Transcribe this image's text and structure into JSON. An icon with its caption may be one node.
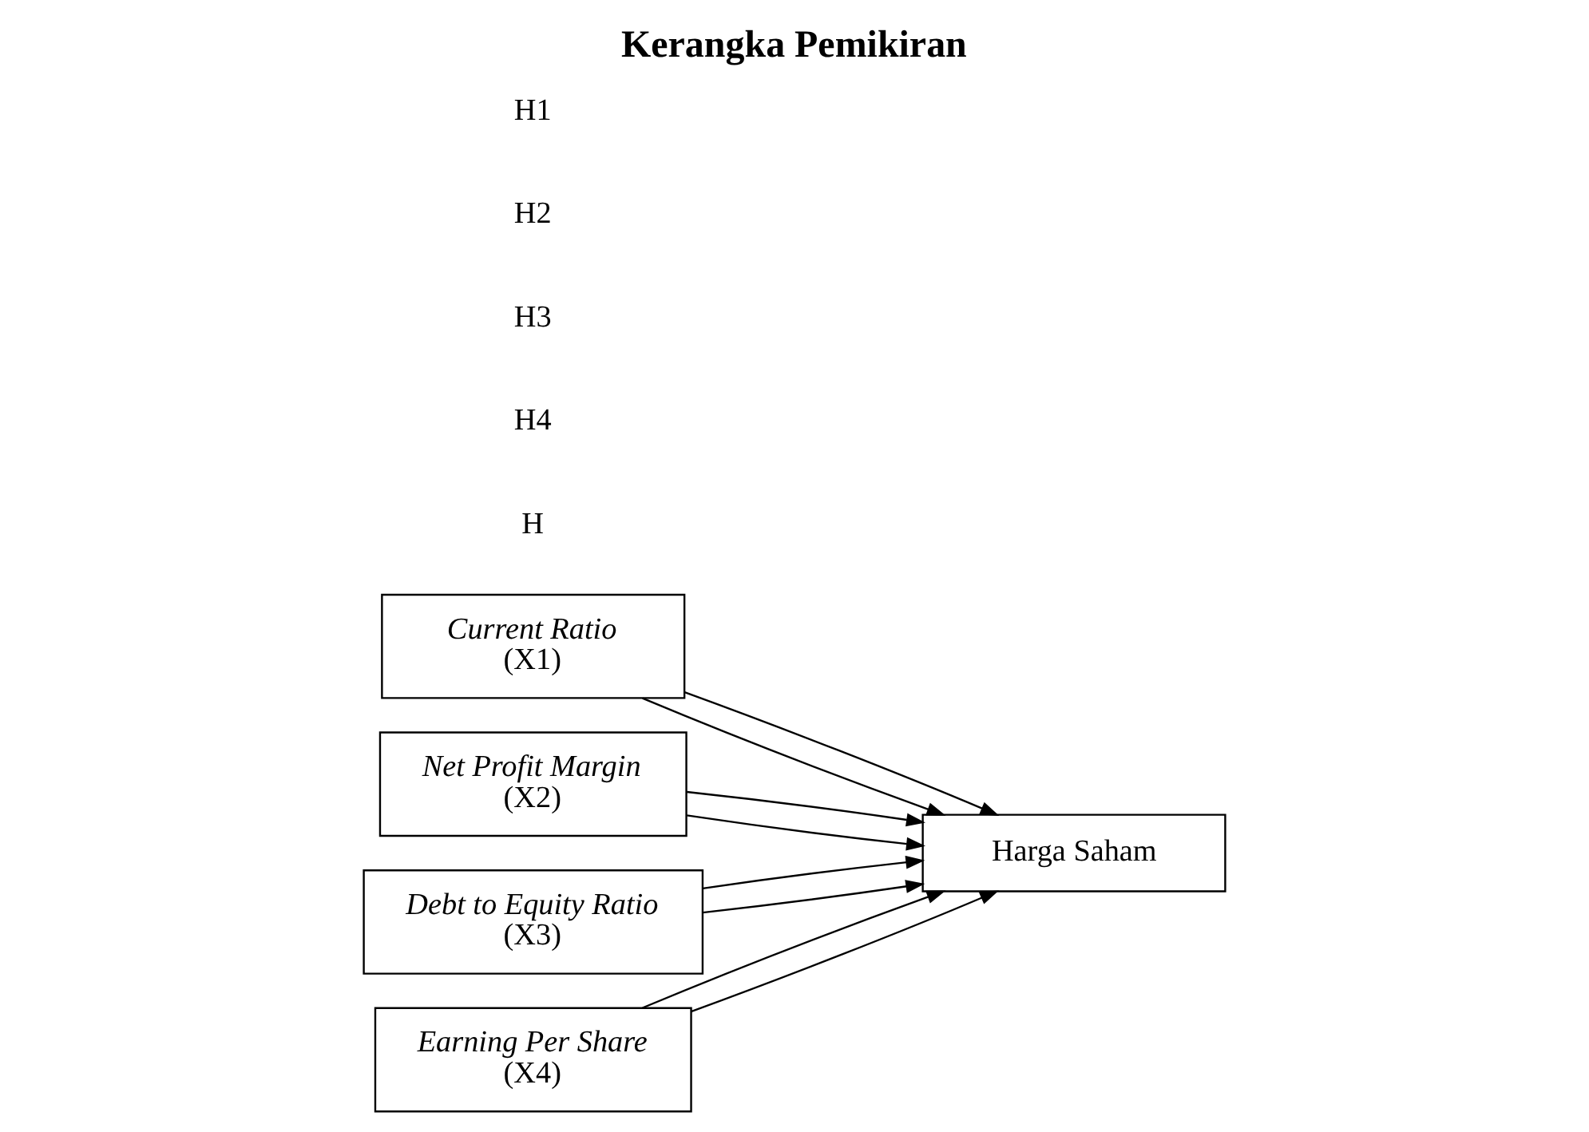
{
  "diagram": {
    "title": "Kerangka Pemikiran",
    "nodes": [
      {
        "text": [
          "Current Ratio",
          "(X1)"
        ]
      },
      {
        "text": [
          "Net Profit Margin",
          "(X2)"
        ]
      },
      {
        "text": [
          "Debt to Equity Ratio",
          "(X3)"
        ]
      },
      {
        "text": [
          "Earning Per Share",
          "(X4)"
        ]
      },
      {
        "text": [
          "Harga Saham"
        ]
      }
    ],
    "edges": [
      {
        "from": 0,
        "to": 4,
        "arrow": "to"
      },
      {
        "from": 1,
        "to": 4,
        "arrow": "to"
      },
      {
        "from": 2,
        "to": 4,
        "arrow": "to"
      },
      {
        "from": 3,
        "to": 4,
        "arrow": "to"
      },
      {
        "from": 0,
        "to": 4,
        "arrow": "to"
      },
      {
        "from": 1,
        "to": 4,
        "arrow": "to"
      },
      {
        "from": 2,
        "to": 4,
        "arrow": "to"
      },
      {
        "from": 3,
        "to": 4,
        "arrow": "to"
      }
    ],
    "labels": [
      "H1",
      "H2",
      "H3",
      "H4",
      "H"
    ]
  }
}
